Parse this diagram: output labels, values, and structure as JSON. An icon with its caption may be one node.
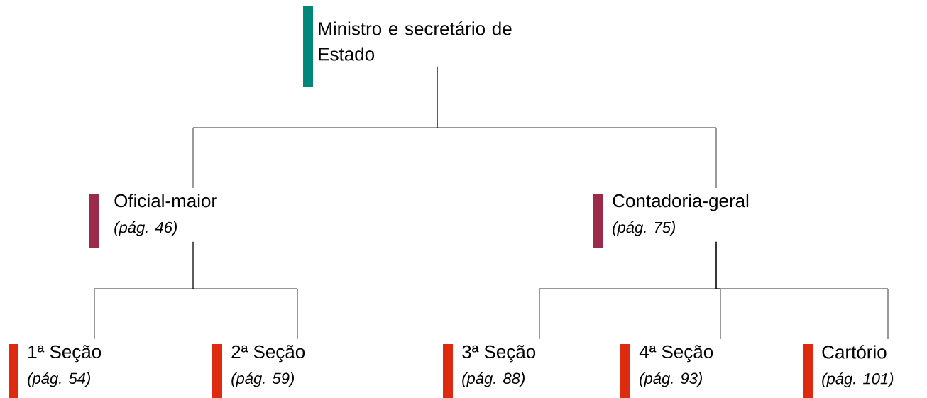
{
  "diagram": {
    "nodes": [
      {
        "text": [
          "Ministro e secretário de Estado"
        ]
      },
      {
        "text": [
          "Oficial-maior",
          "(pág. 46)"
        ]
      },
      {
        "text": [
          "Contadoria-geral",
          "(pág. 75)"
        ]
      },
      {
        "text": [
          "1ª Seção",
          "(pág. 54)"
        ]
      },
      {
        "text": [
          "2ª Seção",
          "(pág. 59)"
        ]
      },
      {
        "text": [
          "3ª Seção",
          "(pág. 88)"
        ]
      },
      {
        "text": [
          "4ª Seção",
          "(pág. 93)"
        ]
      },
      {
        "text": [
          "Cartório",
          "(pág. 101)"
        ]
      }
    ],
    "edges": [
      {
        "from": 0,
        "to": 1,
        "arrow": "none"
      },
      {
        "from": 0,
        "to": 2,
        "arrow": "none"
      },
      {
        "from": 1,
        "to": 3,
        "arrow": "none"
      },
      {
        "from": 1,
        "to": 4,
        "arrow": "none"
      },
      {
        "from": 2,
        "to": 5,
        "arrow": "none"
      },
      {
        "from": 2,
        "to": 6,
        "arrow": "none"
      },
      {
        "from": 2,
        "to": 7,
        "arrow": "none"
      }
    ]
  }
}
